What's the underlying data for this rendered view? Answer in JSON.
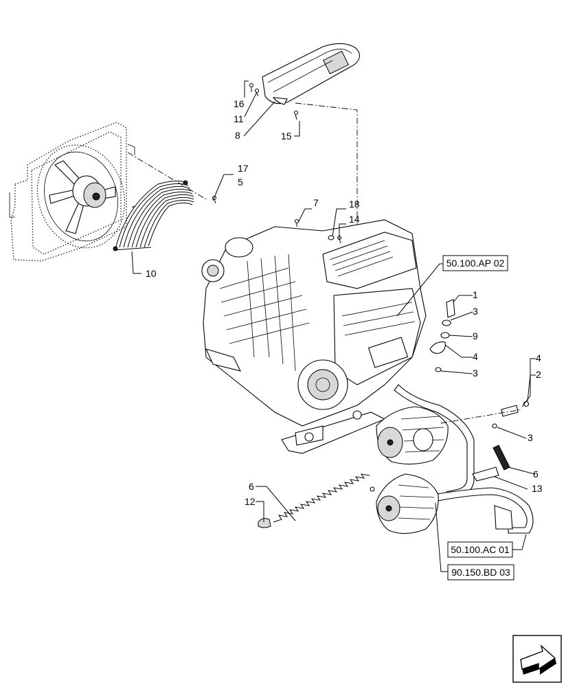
{
  "callouts": [
    {
      "id": "c16",
      "text": "16"
    },
    {
      "id": "c11",
      "text": "11"
    },
    {
      "id": "c8",
      "text": "8"
    },
    {
      "id": "c15",
      "text": "15"
    },
    {
      "id": "c17",
      "text": "17"
    },
    {
      "id": "c5",
      "text": "5"
    },
    {
      "id": "c10",
      "text": "10"
    },
    {
      "id": "c7",
      "text": "7"
    },
    {
      "id": "c18",
      "text": "18"
    },
    {
      "id": "c14",
      "text": "14"
    },
    {
      "id": "c1",
      "text": "1"
    },
    {
      "id": "c3a",
      "text": "3"
    },
    {
      "id": "c9",
      "text": "9"
    },
    {
      "id": "c4a",
      "text": "4"
    },
    {
      "id": "c3b",
      "text": "3"
    },
    {
      "id": "c4b",
      "text": "4"
    },
    {
      "id": "c2",
      "text": "2"
    },
    {
      "id": "c3c",
      "text": "3"
    },
    {
      "id": "c6a",
      "text": "6"
    },
    {
      "id": "c13",
      "text": "13"
    },
    {
      "id": "c6b",
      "text": "6"
    },
    {
      "id": "c12",
      "text": "12"
    }
  ],
  "references": {
    "ap02": "50.100.AP 02",
    "ac01": "50.100.AC 01",
    "bd03": "90.150.BD 03"
  },
  "nav_icon": "next-page-arrow-icon"
}
